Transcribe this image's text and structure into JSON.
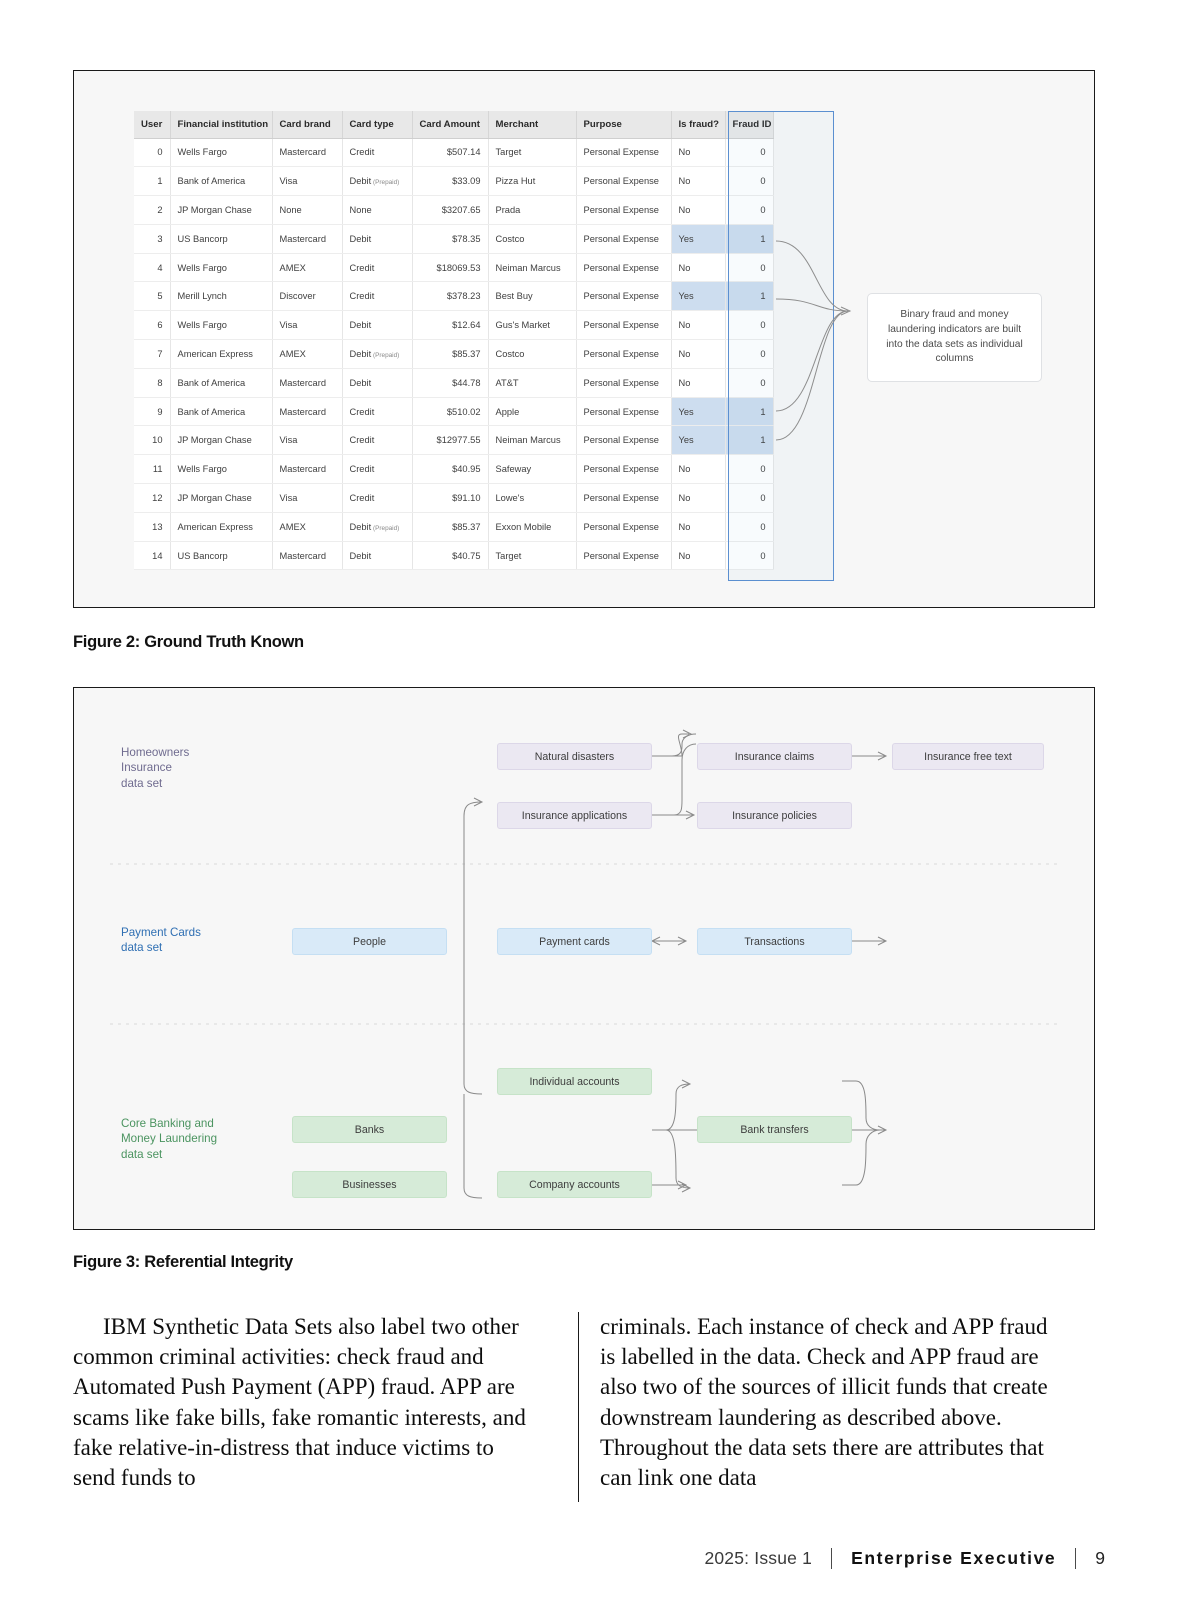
{
  "figure2": {
    "caption": "Figure 2: Ground Truth Known",
    "table": {
      "columns": [
        "User",
        "Financial institution",
        "Card brand",
        "Card type",
        "Card Amount",
        "Merchant",
        "Purpose",
        "Is fraud?",
        "Fraud ID"
      ],
      "rows": [
        {
          "user": "0",
          "institution": "Wells Fargo",
          "brand": "Mastercard",
          "type": "Credit",
          "type_note": "",
          "amount": "$507.14",
          "merchant": "Target",
          "purpose": "Personal Expense",
          "is_fraud": "No",
          "fraud_id": "0"
        },
        {
          "user": "1",
          "institution": "Bank of America",
          "brand": "Visa",
          "type": "Debit",
          "type_note": "(Prepaid)",
          "amount": "$33.09",
          "merchant": "Pizza Hut",
          "purpose": "Personal Expense",
          "is_fraud": "No",
          "fraud_id": "0"
        },
        {
          "user": "2",
          "institution": "JP Morgan Chase",
          "brand": "None",
          "type": "None",
          "type_note": "",
          "amount": "$3207.65",
          "merchant": "Prada",
          "purpose": "Personal Expense",
          "is_fraud": "No",
          "fraud_id": "0"
        },
        {
          "user": "3",
          "institution": "US Bancorp",
          "brand": "Mastercard",
          "type": "Debit",
          "type_note": "",
          "amount": "$78.35",
          "merchant": "Costco",
          "purpose": "Personal Expense",
          "is_fraud": "Yes",
          "fraud_id": "1"
        },
        {
          "user": "4",
          "institution": "Wells Fargo",
          "brand": "AMEX",
          "type": "Credit",
          "type_note": "",
          "amount": "$18069.53",
          "merchant": "Neiman Marcus",
          "purpose": "Personal Expense",
          "is_fraud": "No",
          "fraud_id": "0"
        },
        {
          "user": "5",
          "institution": "Merill Lynch",
          "brand": "Discover",
          "type": "Credit",
          "type_note": "",
          "amount": "$378.23",
          "merchant": "Best Buy",
          "purpose": "Personal Expense",
          "is_fraud": "Yes",
          "fraud_id": "1"
        },
        {
          "user": "6",
          "institution": "Wells Fargo",
          "brand": "Visa",
          "type": "Debit",
          "type_note": "",
          "amount": "$12.64",
          "merchant": "Gus's Market",
          "purpose": "Personal Expense",
          "is_fraud": "No",
          "fraud_id": "0"
        },
        {
          "user": "7",
          "institution": "American Express",
          "brand": "AMEX",
          "type": "Debit",
          "type_note": "(Prepaid)",
          "amount": "$85.37",
          "merchant": "Costco",
          "purpose": "Personal Expense",
          "is_fraud": "No",
          "fraud_id": "0"
        },
        {
          "user": "8",
          "institution": "Bank of America",
          "brand": "Mastercard",
          "type": "Debit",
          "type_note": "",
          "amount": "$44.78",
          "merchant": "AT&T",
          "purpose": "Personal Expense",
          "is_fraud": "No",
          "fraud_id": "0"
        },
        {
          "user": "9",
          "institution": "Bank of America",
          "brand": "Mastercard",
          "type": "Credit",
          "type_note": "",
          "amount": "$510.02",
          "merchant": "Apple",
          "purpose": "Personal Expense",
          "is_fraud": "Yes",
          "fraud_id": "1"
        },
        {
          "user": "10",
          "institution": "JP Morgan Chase",
          "brand": "Visa",
          "type": "Credit",
          "type_note": "",
          "amount": "$12977.55",
          "merchant": "Neiman Marcus",
          "purpose": "Personal Expense",
          "is_fraud": "Yes",
          "fraud_id": "1"
        },
        {
          "user": "11",
          "institution": "Wells Fargo",
          "brand": "Mastercard",
          "type": "Credit",
          "type_note": "",
          "amount": "$40.95",
          "merchant": "Safeway",
          "purpose": "Personal Expense",
          "is_fraud": "No",
          "fraud_id": "0"
        },
        {
          "user": "12",
          "institution": "JP Morgan Chase",
          "brand": "Visa",
          "type": "Credit",
          "type_note": "",
          "amount": "$91.10",
          "merchant": "Lowe's",
          "purpose": "Personal Expense",
          "is_fraud": "No",
          "fraud_id": "0"
        },
        {
          "user": "13",
          "institution": "American Express",
          "brand": "AMEX",
          "type": "Debit",
          "type_note": "(Prepaid)",
          "amount": "$85.37",
          "merchant": "Exxon Mobile",
          "purpose": "Personal Expense",
          "is_fraud": "No",
          "fraud_id": "0"
        },
        {
          "user": "14",
          "institution": "US Bancorp",
          "brand": "Mastercard",
          "type": "Debit",
          "type_note": "",
          "amount": "$40.75",
          "merchant": "Target",
          "purpose": "Personal Expense",
          "is_fraud": "No",
          "fraud_id": "0"
        }
      ]
    },
    "callout": "Binary fraud and money laundering indicators are built into the data sets as individual columns"
  },
  "figure3": {
    "caption": "Figure 3: Referential Integrity",
    "lanes": [
      {
        "label": "Homeowners\nInsurance\ndata set",
        "color": "#6f6b8f"
      },
      {
        "label": "Payment Cards\ndata set",
        "color": "#2f6fb3"
      },
      {
        "label": "Core Banking and\nMoney Laundering\ndata set",
        "color": "#4b9460"
      }
    ],
    "nodes": [
      {
        "id": "natural-disasters",
        "label": "Natural disasters",
        "group": "insurance"
      },
      {
        "id": "insurance-claims",
        "label": "Insurance claims",
        "group": "insurance"
      },
      {
        "id": "insurance-free-text",
        "label": "Insurance free text",
        "group": "insurance"
      },
      {
        "id": "insurance-applications",
        "label": "Insurance applications",
        "group": "insurance"
      },
      {
        "id": "insurance-policies",
        "label": "Insurance policies",
        "group": "insurance"
      },
      {
        "id": "people",
        "label": "People",
        "group": "payment"
      },
      {
        "id": "payment-cards",
        "label": "Payment cards",
        "group": "payment"
      },
      {
        "id": "transactions",
        "label": "Transactions",
        "group": "payment"
      },
      {
        "id": "individual-accounts",
        "label": "Individual accounts",
        "group": "banking"
      },
      {
        "id": "banks",
        "label": "Banks",
        "group": "banking"
      },
      {
        "id": "bank-transfers",
        "label": "Bank transfers",
        "group": "banking"
      },
      {
        "id": "businesses",
        "label": "Businesses",
        "group": "banking"
      },
      {
        "id": "company-accounts",
        "label": "Company accounts",
        "group": "banking"
      }
    ],
    "colors": {
      "insurance_fill": "#ebe8f2",
      "payment_fill": "#d9eaf8",
      "banking_fill": "#d6ebd8",
      "panel_bg": "#f7f7f7",
      "connector": "#8a8a8a"
    }
  },
  "body": {
    "left_column": "IBM Synthetic Data Sets also label two other common criminal activities: check fraud and Automated Push Payment (APP) fraud. APP are scams like fake bills, fake romantic interests, and fake relative-in-distress that induce victims to send funds to",
    "right_column": "criminals. Each instance of check and APP fraud is labelled in the data. Check and APP fraud are also two of the sources of illicit funds that create downstream laundering as described above. Throughout the data sets there are attributes that can link one data"
  },
  "footer": {
    "issue": "2025: Issue 1",
    "brand": "Enterprise Executive",
    "page": "9"
  }
}
